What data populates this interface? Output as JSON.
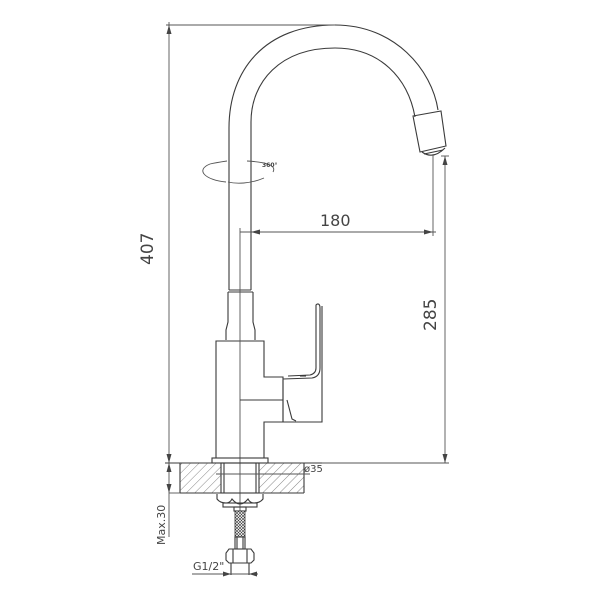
{
  "diagram": {
    "subject": "Kitchen faucet with swivel spout - dimensional side view",
    "colors": {
      "line": "#3a3a3a",
      "dimension": "#555555",
      "background": "#ffffff"
    },
    "dimensions": {
      "total_height": {
        "value": "407",
        "unit": "mm"
      },
      "spout_reach": {
        "value": "180",
        "unit": "mm"
      },
      "spout_height": {
        "value": "285",
        "unit": "mm"
      },
      "hole_diameter": {
        "value": "ø35",
        "unit": "mm"
      },
      "max_counter_thickness": {
        "value": "Max.30",
        "unit": "mm"
      },
      "connection_thread": {
        "value": "G1/2\"",
        "unit": "inch"
      },
      "swivel_angle": {
        "value": "360°"
      }
    },
    "parts": [
      "swivel-spout",
      "aerator",
      "faucet-body",
      "single-lever-handle",
      "countertop-section",
      "mounting-nut",
      "flexible-hose",
      "hose-connector"
    ]
  }
}
